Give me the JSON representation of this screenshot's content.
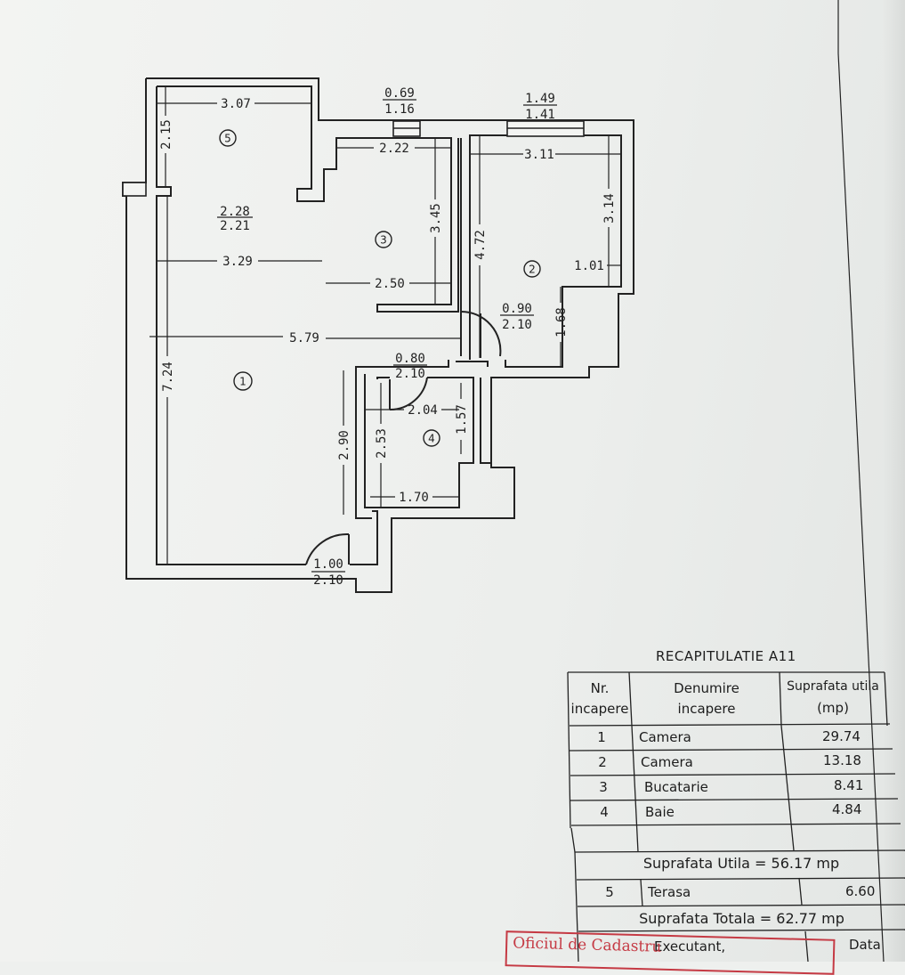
{
  "rooms": [
    {
      "num": "1"
    },
    {
      "num": "2"
    },
    {
      "num": "3"
    },
    {
      "num": "4"
    },
    {
      "num": "5"
    }
  ],
  "dimensions": {
    "d_307": "3.07",
    "d_215": "2.15",
    "d_222": "2.22",
    "d_311": "3.11",
    "d_345": "3.45",
    "d_472": "4.72",
    "d_314": "3.14",
    "d_101": "1.01",
    "d_329": "3.29",
    "d_250": "2.50",
    "d_579": "5.79",
    "d_724": "7.24",
    "d_168": "1.68",
    "d_290": "2.90",
    "d_253": "2.53",
    "d_204": "2.04",
    "d_157": "1.57",
    "d_170": "1.70"
  },
  "openings": {
    "win1_top": "0.69",
    "win1_bot": "1.16",
    "win2_top": "1.49",
    "win2_bot": "1.41",
    "ter_top": "2.28",
    "ter_bot": "2.21",
    "door2_top": "0.90",
    "door2_bot": "2.10",
    "door4_top": "0.80",
    "door4_bot": "2.10",
    "door_main_top": "1.00",
    "door_main_bot": "2.10"
  },
  "recap": {
    "title": "RECAPITULATIE A11",
    "headers": {
      "nr_line1": "Nr.",
      "nr_line2": "incapere",
      "den_line1": "Denumire",
      "den_line2": "incapere",
      "sup_line1": "Suprafata utila",
      "sup_line2": "(mp)"
    },
    "rows": [
      {
        "nr": "1",
        "name": "Camera",
        "area": "29.74"
      },
      {
        "nr": "2",
        "name": "Camera",
        "area": "13.18"
      },
      {
        "nr": "3",
        "name": "Bucatarie",
        "area": "8.41"
      },
      {
        "nr": "4",
        "name": "Baie",
        "area": "4.84"
      }
    ],
    "util_total": "Suprafata Utila  =  56.17  mp",
    "terrace": {
      "nr": "5",
      "name": "Terasa",
      "area": "6.60"
    },
    "grand_total": "Suprafata Totala  =  62.77  mp",
    "footer_exec": "Executant,",
    "footer_date": "Data"
  },
  "stamp_text": "Oficiul de Cadastru"
}
